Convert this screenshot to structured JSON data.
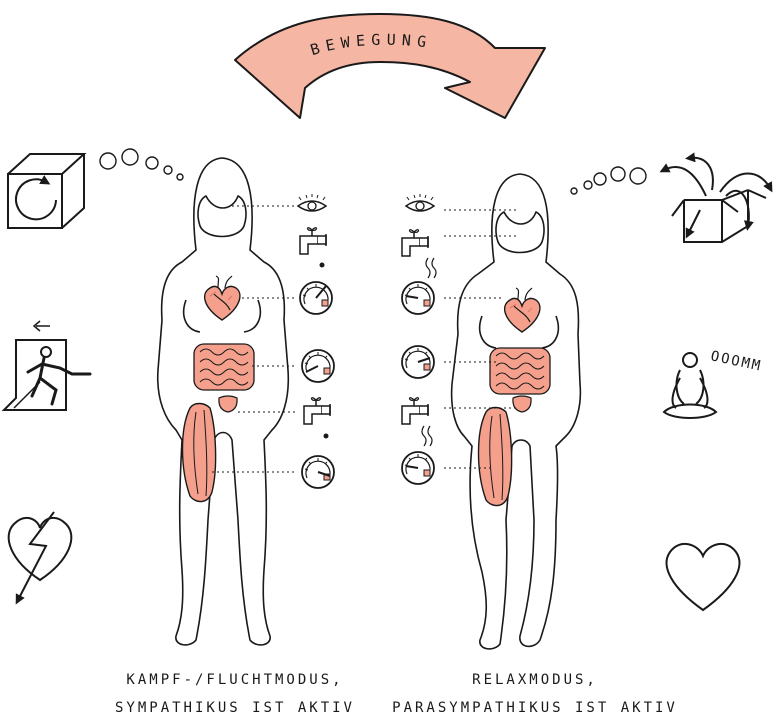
{
  "arrow_label": "BEWEGUNG",
  "om_text": "OOOMM",
  "colors": {
    "accent": "#f6b6a4",
    "organ": "#f4a08c",
    "organ_dark": "#e0786a",
    "ink": "#1a1a1a"
  },
  "left_figure": {
    "caption_line1": "KAMPF-/FLUCHTMODUS,",
    "caption_line2": "SYMPATHIKUS IST AKTIV"
  },
  "right_figure": {
    "caption_line1": "RELAXMODUS,",
    "caption_line2": "PARASYMPATHIKUS IST AKTIV"
  },
  "icons": {
    "left": [
      "spinning-cube-icon",
      "running-exit-icon",
      "broken-heart-icon"
    ],
    "right": [
      "open-box-icon",
      "meditation-icon",
      "heart-icon"
    ],
    "organs": [
      "eye-icon",
      "faucet-icon",
      "heart-organ-icon",
      "intestines-icon",
      "bladder-icon",
      "thigh-muscle-icon",
      "gauge-icon"
    ]
  }
}
